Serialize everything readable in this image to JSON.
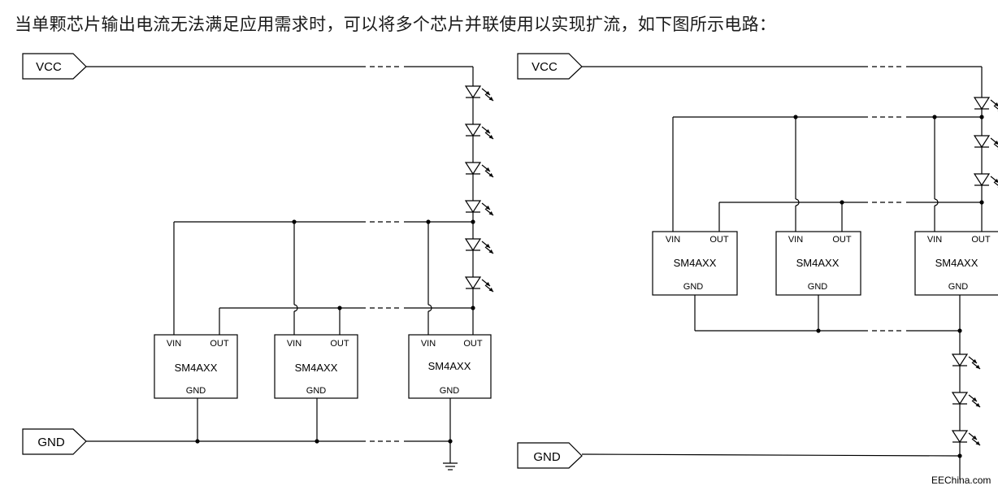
{
  "heading": "当单颗芯片输出电流无法满足应用需求时，可以将多个芯片并联使用以实现扩流，如下图所示电路：",
  "ports": {
    "vcc": "VCC",
    "gnd": "GND"
  },
  "chip": {
    "name": "SM4AXX",
    "vin": "VIN",
    "out": "OUT",
    "gnd": "GND"
  },
  "colors": {
    "vcc_text": "#e01b1b",
    "wire": "#000000",
    "background": "#ffffff"
  },
  "watermark": "EEChina.com"
}
